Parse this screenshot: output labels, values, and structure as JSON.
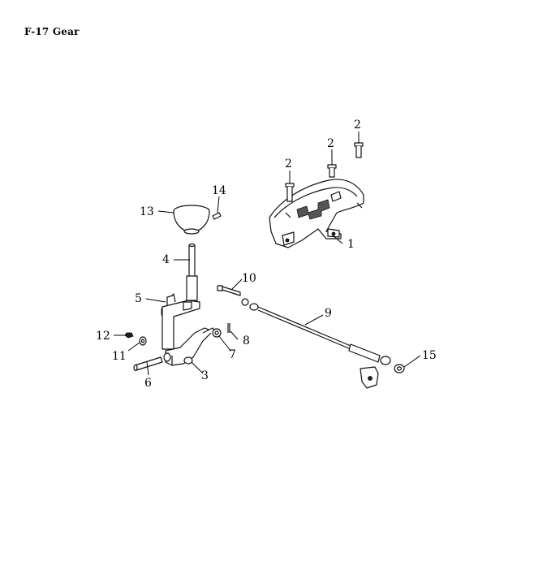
{
  "title": "F-17  Gear",
  "callouts": {
    "c1": "1",
    "c2a": "2",
    "c2b": "2",
    "c2c": "2",
    "c3": "3",
    "c4": "4",
    "c5": "5",
    "c6": "6",
    "c7": "7",
    "c8": "8",
    "c9": "9",
    "c10": "10",
    "c11": "11",
    "c12": "12",
    "c13": "13",
    "c14": "14",
    "c15": "15"
  }
}
